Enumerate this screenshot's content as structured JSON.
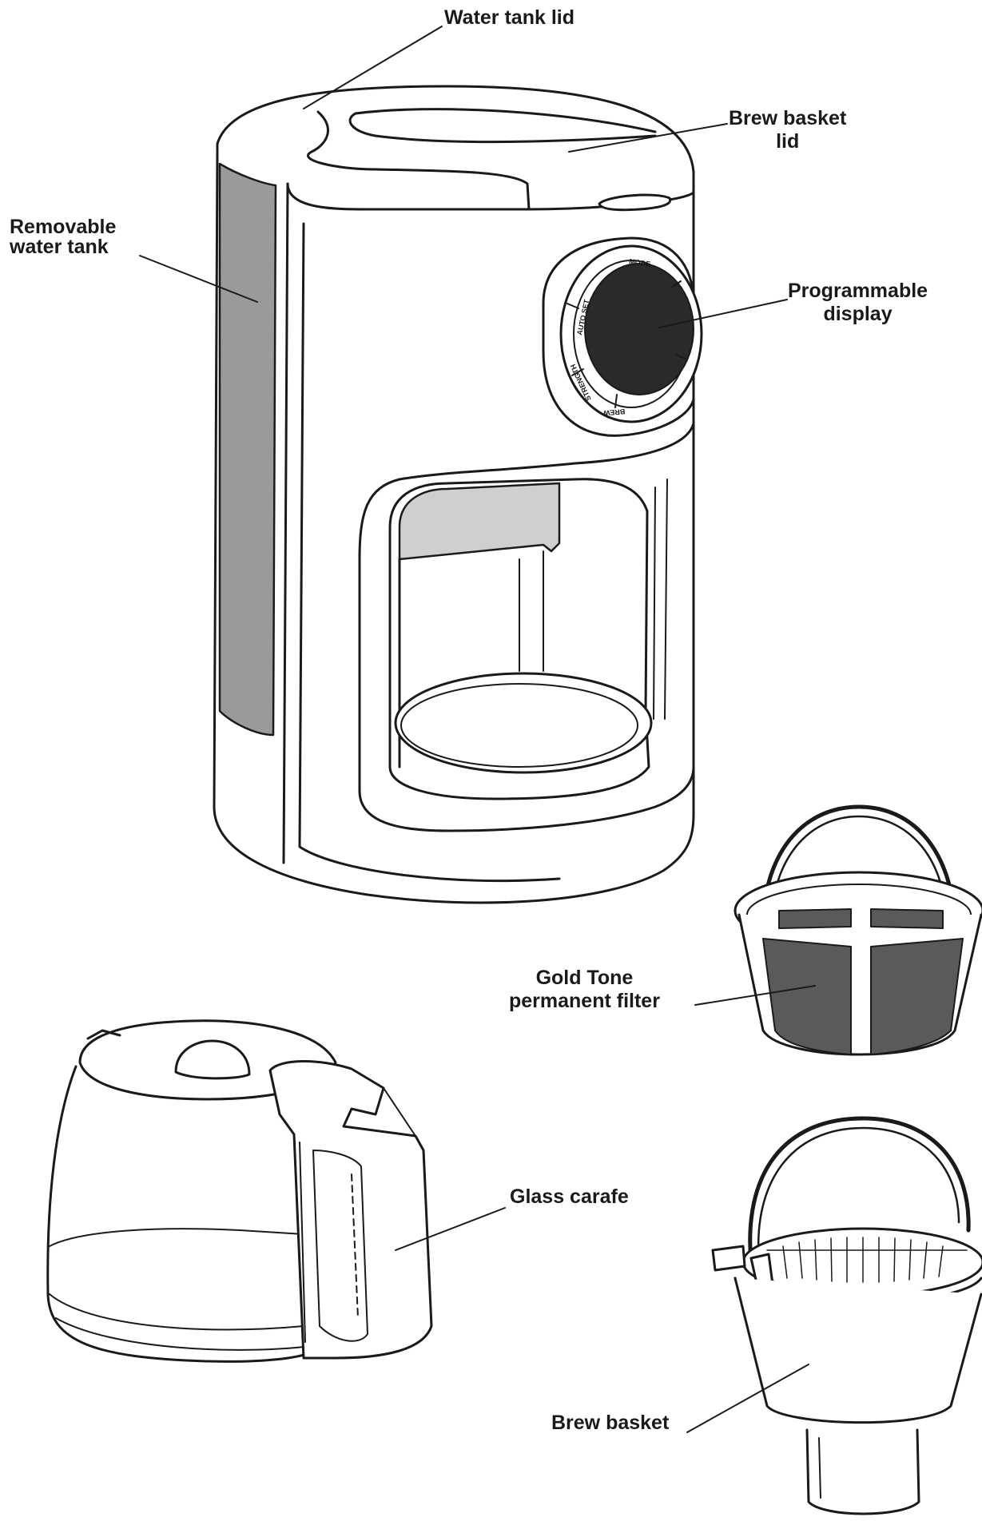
{
  "labels": {
    "water_tank_lid": "Water tank lid",
    "brew_basket_lid": [
      "Brew basket",
      "lid"
    ],
    "removable_water_tank": [
      "Removable",
      "water tank"
    ],
    "programmable_display": [
      "Programmable",
      "display"
    ],
    "gold_tone_filter": [
      "Gold Tone",
      "permanent filter"
    ],
    "glass_carafe": "Glass carafe",
    "brew_basket": "Brew basket"
  },
  "dial_labels": [
    "MODE",
    "AUTO SET",
    "STRENGTH",
    "BREW"
  ],
  "colors": {
    "line": "#1a1a1a",
    "tank_gray": "#9a9a9a",
    "display_dark": "#2a2a2a",
    "filter_mesh": "#5a5a5a",
    "light_gray": "#cfcfcf"
  }
}
